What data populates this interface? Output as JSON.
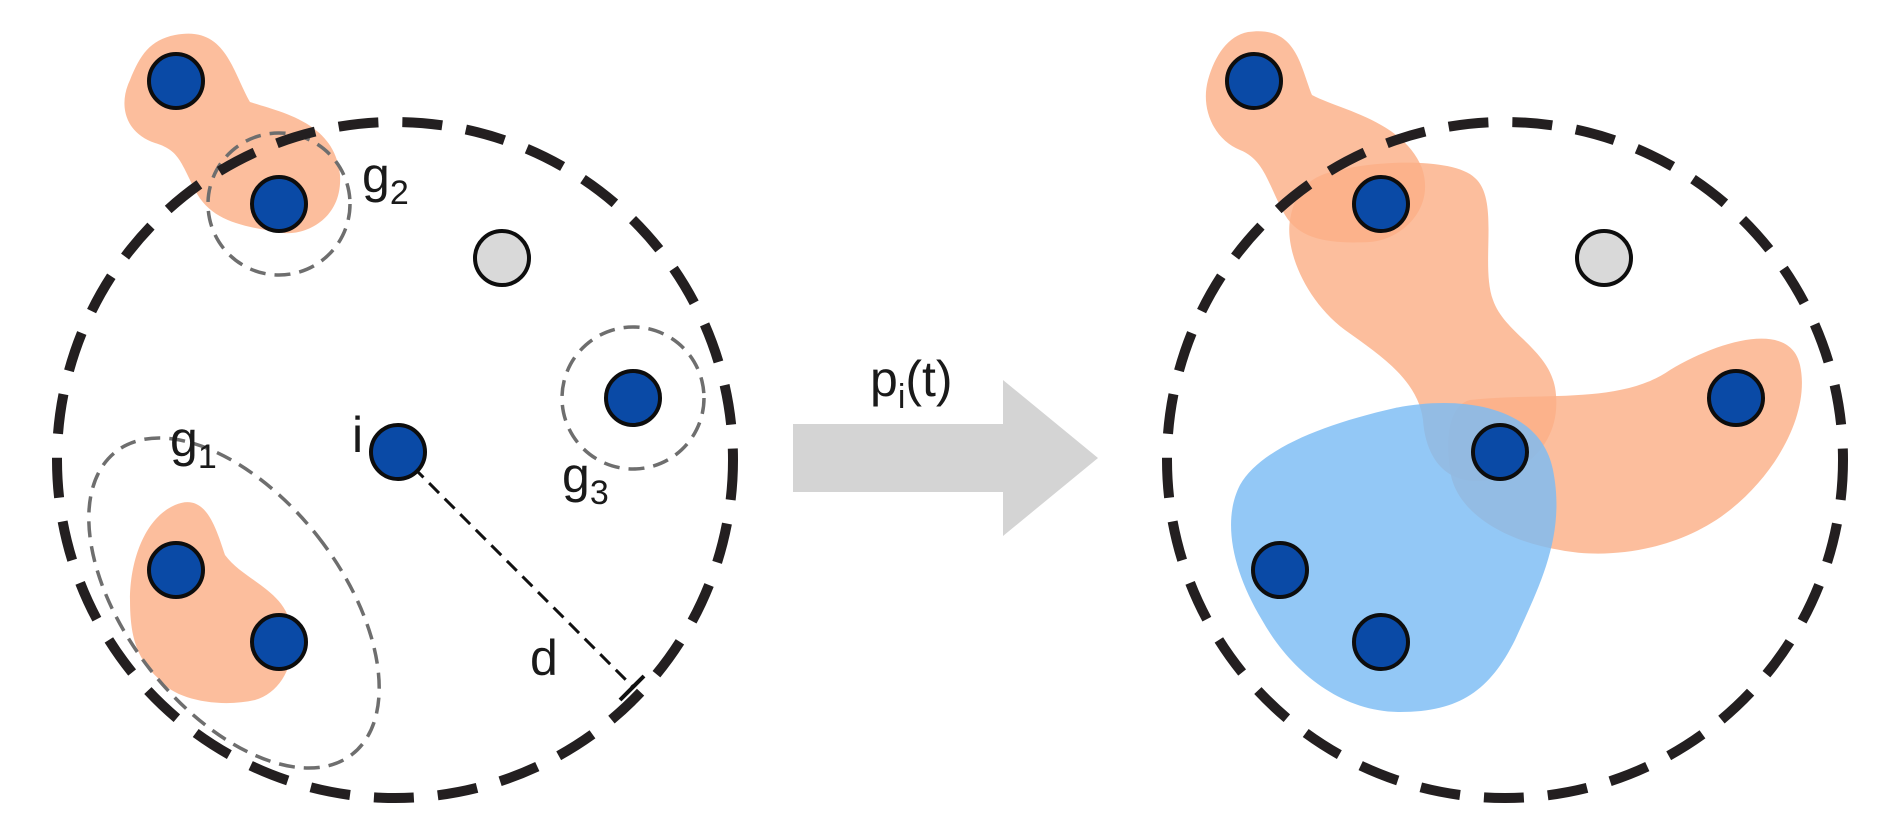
{
  "labels": {
    "node_i": "i",
    "radius_d": "d",
    "g1_base": "g",
    "g1_sub": "1",
    "g2_base": "g",
    "g2_sub": "2",
    "g3_base": "g",
    "g3_sub": "3",
    "transition_base": "p",
    "transition_sub": "i",
    "transition_arg": "(t)"
  },
  "colors": {
    "node_active": "#0a4aa6",
    "node_idle": "#d9d9d9",
    "group_orange": "#fbb087",
    "group_blue": "#7bbcf4",
    "arrow": "#d4d4d4",
    "range_circle": "#231f20"
  }
}
